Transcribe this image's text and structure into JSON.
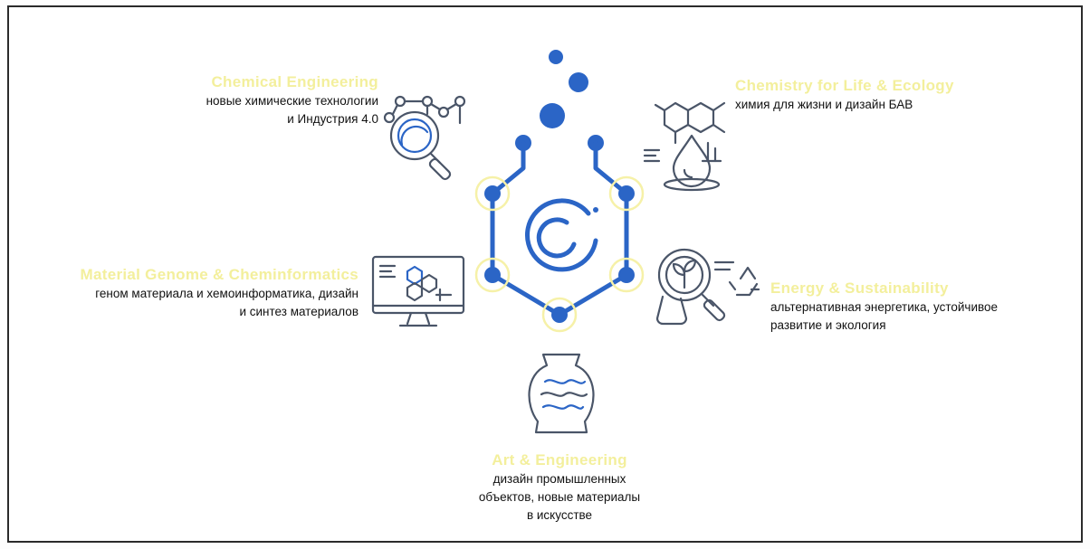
{
  "colors": {
    "title": "#f3ef9c",
    "primary_blue": "#2b65c6",
    "icon_gray": "#4a5568",
    "ring_yellow": "#f6f1a8"
  },
  "sections": {
    "chemical_engineering": {
      "title": "Chemical Engineering",
      "desc_line1": "новые химические технологии",
      "desc_line2": "и Индустрия 4.0",
      "icon": "magnifier-molecule-icon"
    },
    "chemistry_life": {
      "title": "Chemistry for Life & Ecology",
      "desc_line1": "химия для жизни и дизайн БАВ",
      "icon": "molecule-drop-icon"
    },
    "material_genome": {
      "title": "Material Genome & Cheminformatics",
      "desc_line1": "геном материала и хемоинформатика, дизайн",
      "desc_line2": "и синтез материалов",
      "icon": "monitor-molecule-icon"
    },
    "energy": {
      "title": "Energy & Sustainability",
      "desc_line1": "альтернативная энергетика, устойчивое",
      "desc_line2": "развитие и экология",
      "icon": "plant-recycle-icon"
    },
    "art_engineering": {
      "title": "Art & Engineering",
      "desc_line1": "дизайн промышленных",
      "desc_line2": "объектов, новые материалы",
      "desc_line3": "в искусстве",
      "icon": "vase-icon"
    }
  },
  "center_icon": "flask-hexagon-icon"
}
